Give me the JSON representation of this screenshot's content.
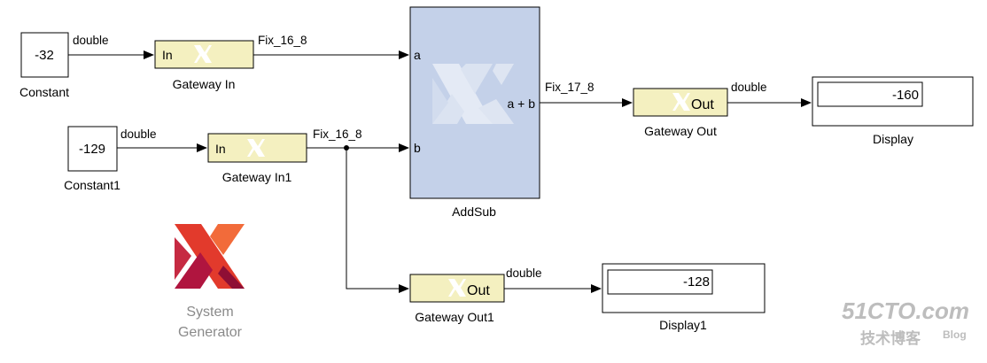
{
  "colors": {
    "gateway_fill": "#f4f0c0",
    "gateway_stroke": "#000000",
    "addsub_fill": "#c4d1e9",
    "line": "#000000",
    "logo_red": "#e23a2c",
    "logo_dark": "#b0153f",
    "watermark": "#bdbdbd"
  },
  "blocks": {
    "constant": {
      "value": "-32",
      "label": "Constant"
    },
    "constant1": {
      "value": "-129",
      "label": "Constant1"
    },
    "gateway_in": {
      "port_text": "In",
      "label": "Gateway In"
    },
    "gateway_in1": {
      "port_text": "In",
      "label": "Gateway In1"
    },
    "addsub": {
      "port_a": "a",
      "port_b": "b",
      "output_expr": "a + b",
      "label": "AddSub"
    },
    "gateway_out": {
      "port_text": "Out",
      "label": "Gateway Out"
    },
    "gateway_out1": {
      "port_text": "Out",
      "label": "Gateway Out1"
    },
    "display": {
      "value": "-160",
      "label": "Display"
    },
    "display1": {
      "value": "-128",
      "label": "Display1"
    }
  },
  "signals": {
    "constant_out": "double",
    "constant1_out": "double",
    "gateway_in_out": "Fix_16_8",
    "gateway_in1_out": "Fix_16_8",
    "addsub_out": "Fix_17_8",
    "gateway_out_out": "double",
    "gateway_out1_out": "double"
  },
  "logo": {
    "line1": "System",
    "line2": "Generator"
  },
  "watermark": {
    "site": "51CTO.com",
    "sub": "技术博客",
    "blog": "Blog"
  }
}
